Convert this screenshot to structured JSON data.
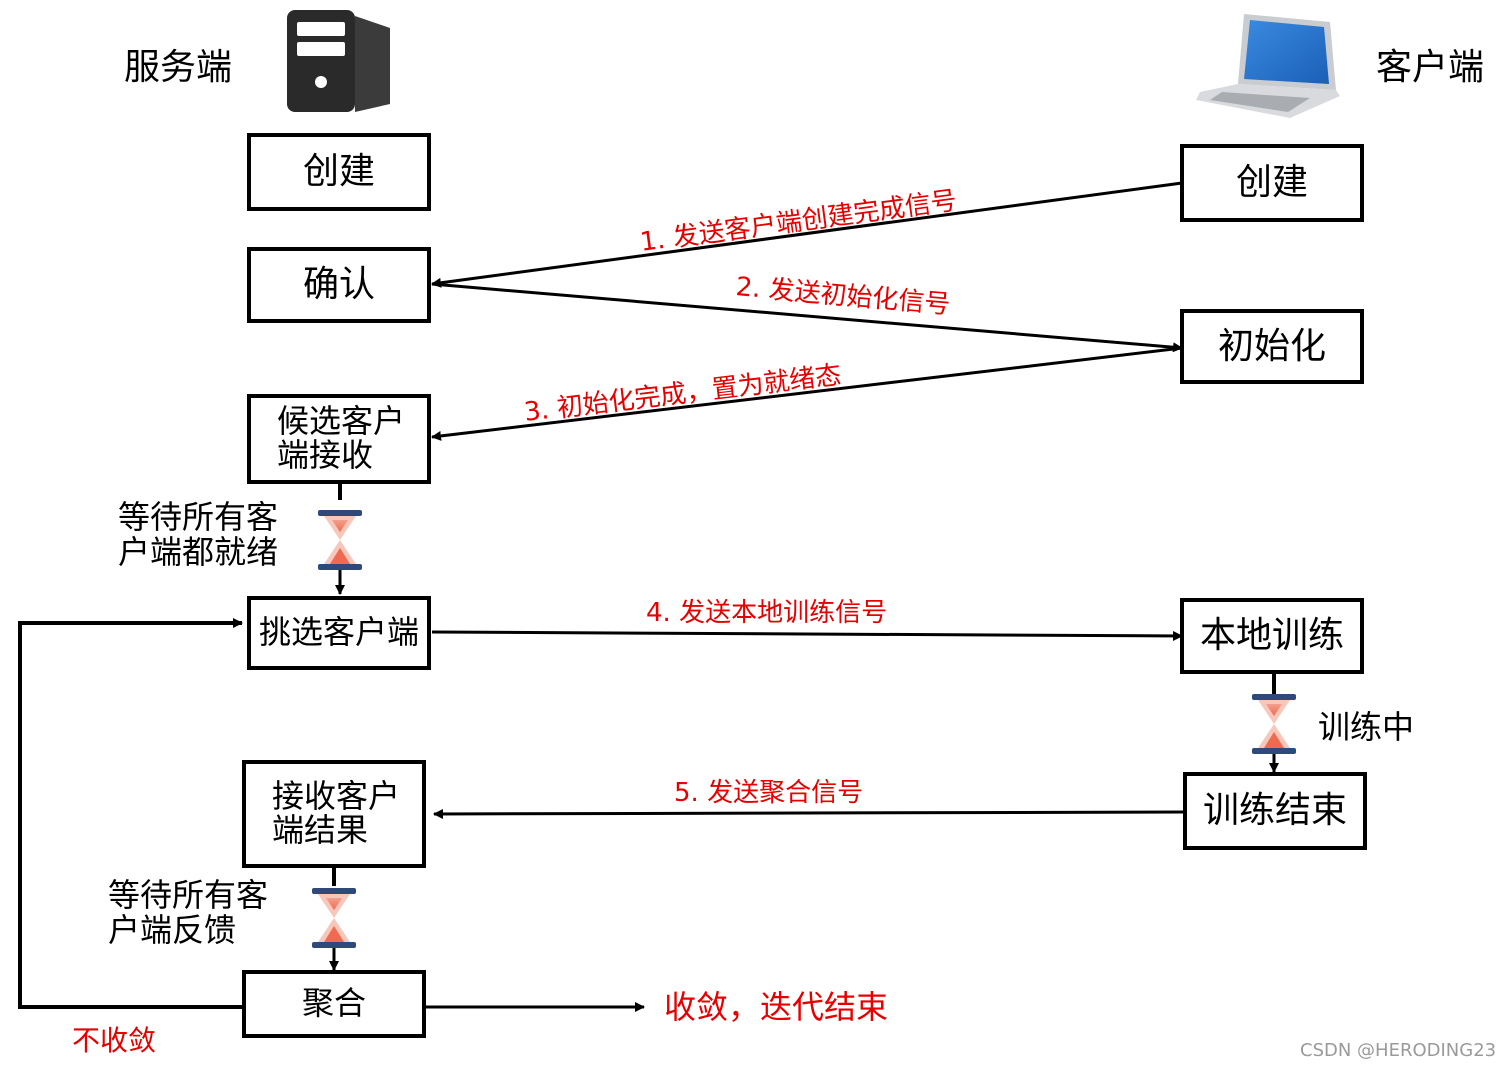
{
  "server": {
    "title": "服务端",
    "boxes": {
      "create": "创建",
      "confirm": "确认",
      "candidate": "候选客户\n端接收",
      "select": "挑选客户端",
      "receive": "接收客户\n端结果",
      "aggregate": "聚合"
    },
    "wait_all_ready": "等待所有客\n户端都就绪",
    "wait_feedback": "等待所有客\n户端反馈"
  },
  "client": {
    "title": "客户端",
    "boxes": {
      "create": "创建",
      "init": "初始化",
      "train": "本地训练",
      "train_end": "训练结束"
    },
    "training": "训练中"
  },
  "messages": {
    "m1": "1. 发送客户端创建完成信号",
    "m2": "2. 发送初始化信号",
    "m3": "3. 初始化完成，置为就绪态",
    "m4": "4. 发送本地训练信号",
    "m5": "5. 发送聚合信号"
  },
  "outcomes": {
    "converged": "收敛，迭代结束",
    "not_converged": "不收敛"
  },
  "watermark": "CSDN @HERODING23",
  "colors": {
    "accent_red": "#e60000",
    "line": "#000000"
  },
  "icons": [
    "server-icon",
    "laptop-icon",
    "hourglass-icon"
  ]
}
